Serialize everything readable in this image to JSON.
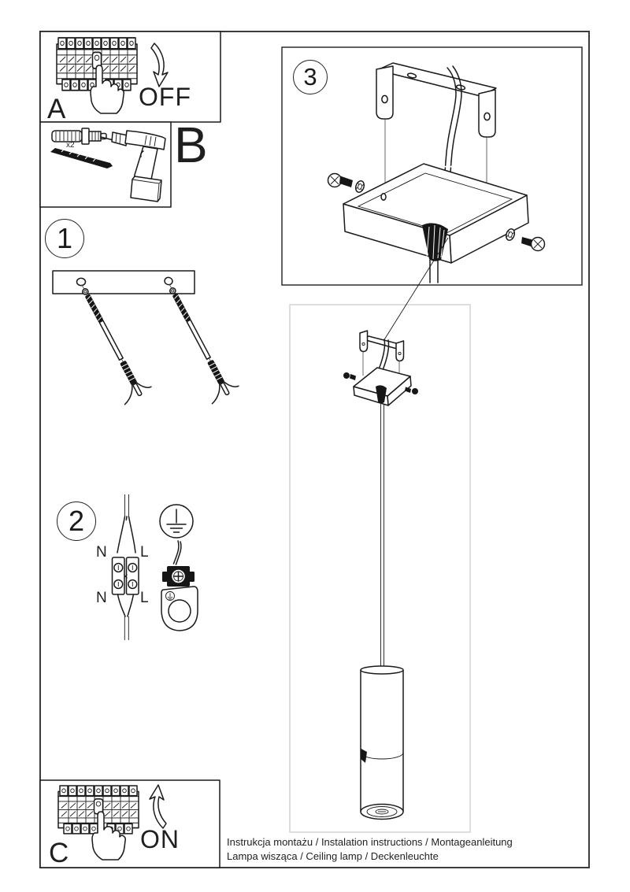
{
  "panel_a": {
    "label": "A",
    "state_label": "OFF"
  },
  "panel_b": {
    "label": "B",
    "quantity_label": "x2"
  },
  "panel_c": {
    "label": "C",
    "state_label": "ON"
  },
  "step_1": {
    "number": "1"
  },
  "step_2": {
    "number": "2",
    "wire_labels": {
      "top_left": "N",
      "top_right": "L",
      "bottom_left": "N",
      "bottom_right": "L"
    }
  },
  "step_3": {
    "number": "3"
  },
  "footer": {
    "line_1": "Instrukcja montażu / Instalation instructions / Montageanleitung",
    "line_2": "Lampa wisząca / Ceiling lamp / Deckenleuchte"
  },
  "colors": {
    "ink": "#1a1a1a",
    "light_box_border": "#c9c9c9",
    "page_background": "#ffffff"
  }
}
